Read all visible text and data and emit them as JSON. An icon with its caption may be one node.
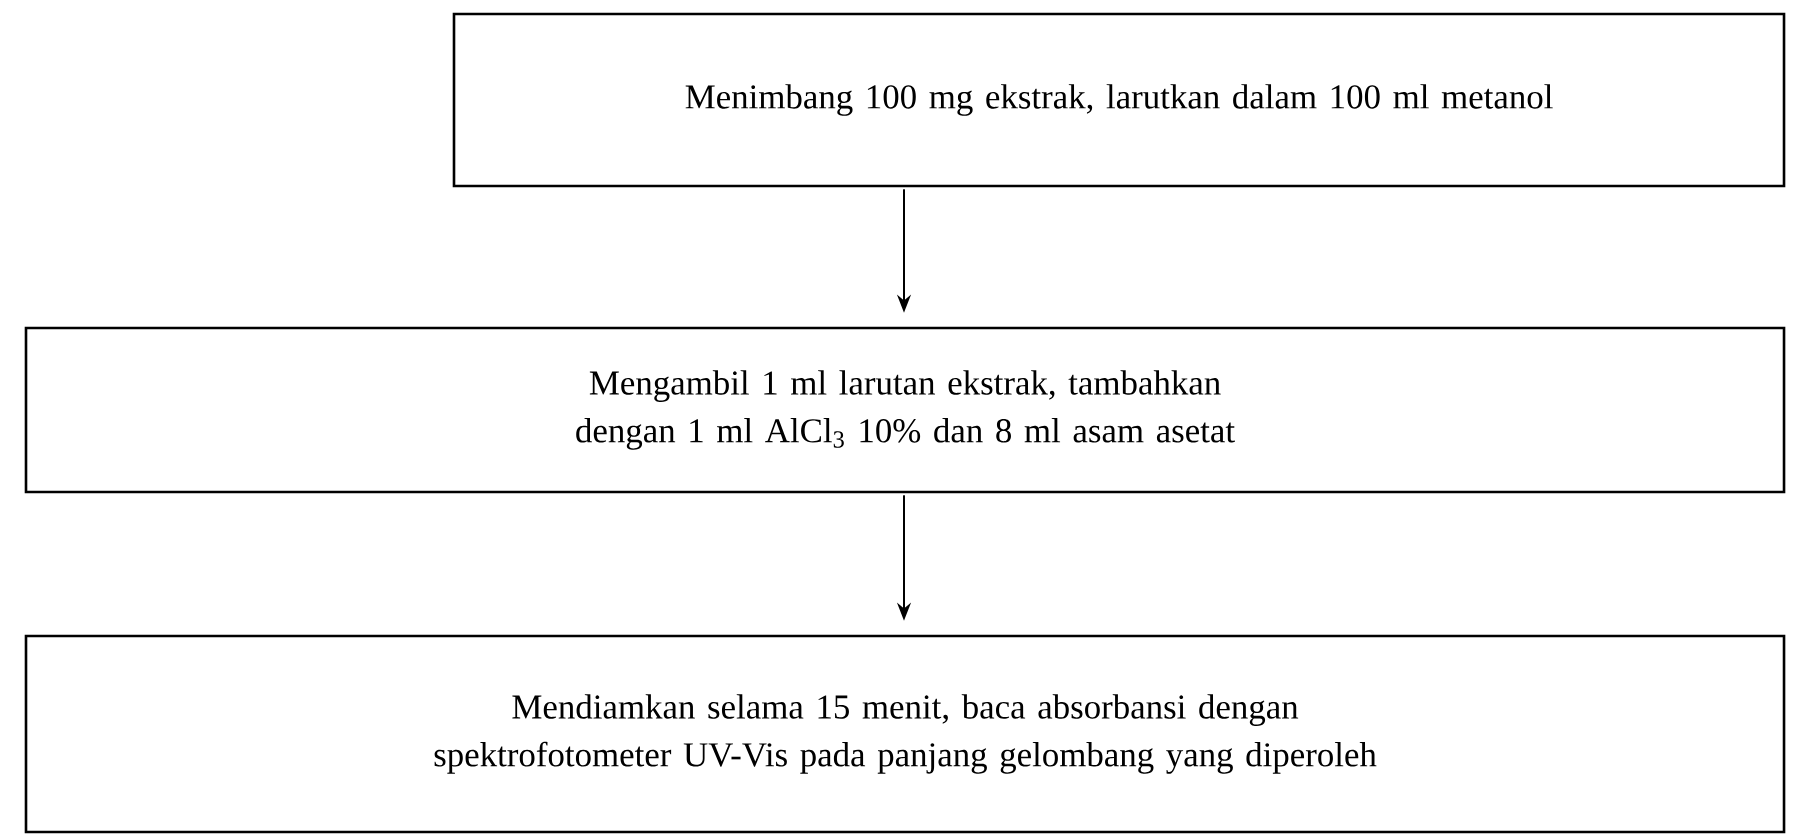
{
  "diagram": {
    "nodes": [
      {
        "text": [
          "Menimbang 100 mg ekstrak, larutkan dalam 100 ml metanol"
        ]
      },
      {
        "text": [
          "Mengambil 1 ml larutan ekstrak, tambahkan dengan 1 ml AlCl$_{3}$ 10% dan 8 ml asam asetat"
        ]
      },
      {
        "text": [
          "Mendiamkan selama 15 menit, baca absorbansi dengan spektrofotometer UV-Vis pada panjang gelombang yang diperoleh"
        ]
      }
    ],
    "edges": [
      {
        "from": 0,
        "to": 1,
        "arrow": "to"
      },
      {
        "from": 1,
        "to": 2,
        "arrow": "to"
      }
    ]
  }
}
